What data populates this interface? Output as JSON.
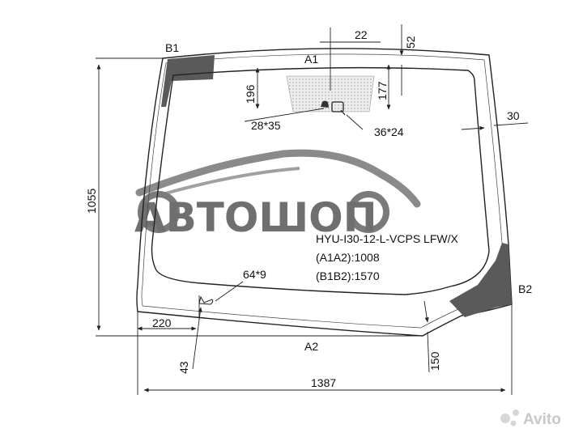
{
  "diagram": {
    "corner_labels": {
      "b1": "B1",
      "a1": "A1",
      "b2": "B2",
      "a2": "A2"
    },
    "dimensions": {
      "d22": "22",
      "d52": "52",
      "d196": "196",
      "d177": "177",
      "d30": "30",
      "d28x35": "28*35",
      "d36x24": "36*24",
      "d1055": "1055",
      "d64x9": "64*9",
      "d220": "220",
      "d43": "43",
      "d150": "150",
      "d1387": "1387"
    },
    "info": {
      "code": "HYU-I30-12-L-VCPS LFW/X",
      "a1a2": "(A1A2):1008",
      "b1b2": "(B1B2):1570"
    },
    "logo": {
      "text": "АВТОШОП"
    }
  },
  "watermark": {
    "text": "Avito"
  },
  "colors": {
    "line": "#222222",
    "frit": "#5a5a5a",
    "sensor_area": "#eeeeee",
    "logo": "#6f6f6f",
    "watermark": "#c8c8c8"
  }
}
